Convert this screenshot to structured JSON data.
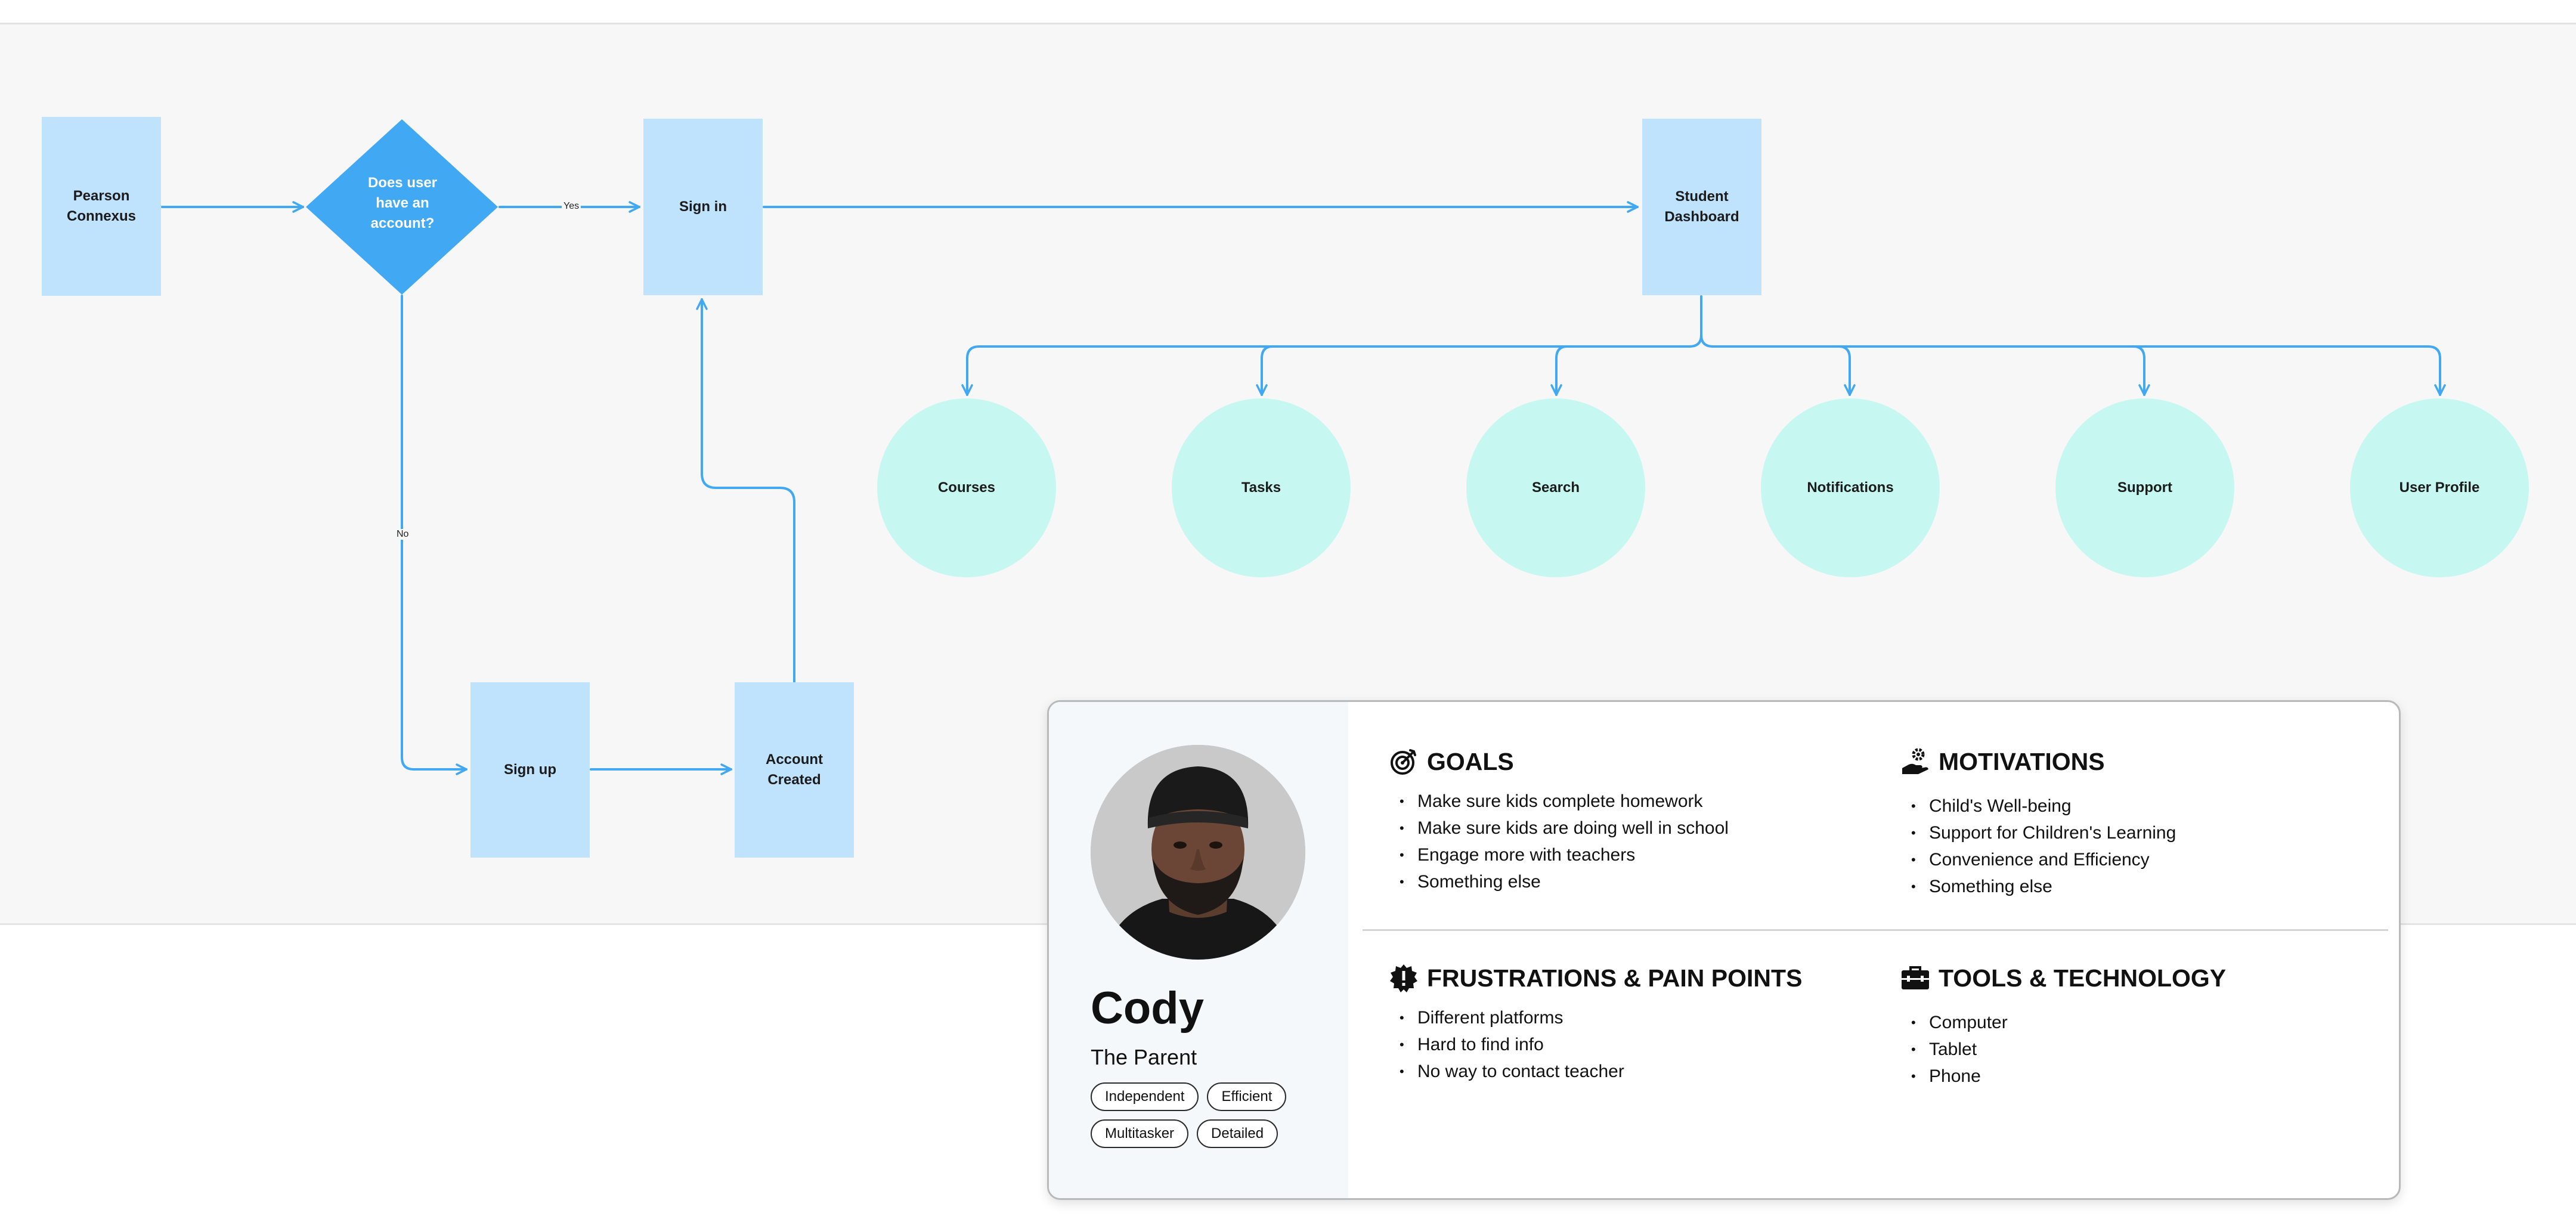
{
  "flow": {
    "start": "Pearson Connexus",
    "decision": "Does user have an account?",
    "yes_label": "Yes",
    "no_label": "No",
    "sign_in": "Sign in",
    "sign_up": "Sign up",
    "account_created": "Account Created",
    "dashboard": "Student Dashboard",
    "destinations": [
      "Courses",
      "Tasks",
      "Search",
      "Notifications",
      "Support",
      "User Profile"
    ]
  },
  "persona": {
    "name": "Cody",
    "role": "The Parent",
    "traits": [
      "Independent",
      "Efficient",
      "Multitasker",
      "Detailed"
    ],
    "goals": {
      "title": "GOALS",
      "icon": "target-icon",
      "items": [
        "Make sure kids complete homework",
        "Make sure kids are doing well in school",
        "Engage more with teachers",
        "Something else"
      ]
    },
    "motivations": {
      "title": "MOTIVATIONS",
      "icon": "hand-gear-icon",
      "items": [
        "Child's Well-being",
        "Support for Children's Learning",
        "Convenience and Efficiency",
        "Something else"
      ]
    },
    "frustrations": {
      "title": "FRUSTRATIONS & PAIN POINTS",
      "icon": "alert-badge-icon",
      "items": [
        "Different platforms",
        "Hard to find info",
        "No way to contact teacher"
      ]
    },
    "tools": {
      "title": "TOOLS & TECHNOLOGY",
      "icon": "toolbox-icon",
      "items": [
        "Computer",
        "Tablet",
        "Phone"
      ]
    }
  },
  "colors": {
    "rect_node": "#c0e3fd",
    "decision": "#41a8f4",
    "circle_node": "#c6f8f1",
    "connector": "#41a8f4"
  }
}
